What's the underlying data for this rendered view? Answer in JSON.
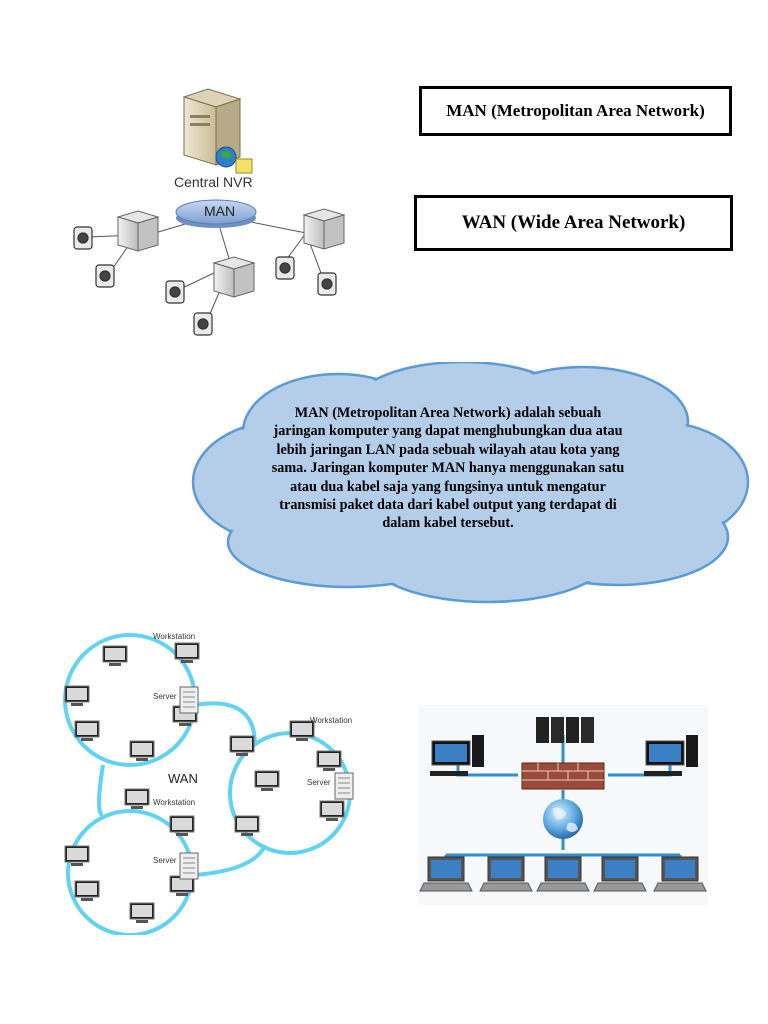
{
  "titles": {
    "man": "MAN (Metropolitan Area Network)",
    "wan": "WAN (Wide Area Network)"
  },
  "cloud": {
    "text": "MAN (Metropolitan Area Network) adalah sebuah jaringan komputer yang dapat menghubungkan dua atau lebih jaringan LAN pada sebuah wilayah atau kota yang sama. Jaringan komputer MAN hanya menggunakan satu atau dua kabel saja yang fungsinya untuk mengatur transmisi paket data dari kabel output yang terdapat di dalam kabel tersebut.",
    "fill": "#b4cde8",
    "stroke": "#5b9bd5"
  },
  "man_diagram": {
    "server_label": "Central NVR",
    "hub_label": "MAN"
  },
  "wan_ring_diagram": {
    "center_label": "WAN",
    "workstation_label": "Workstation",
    "server_label": "Server",
    "ring_color": "#5fd3f0"
  }
}
